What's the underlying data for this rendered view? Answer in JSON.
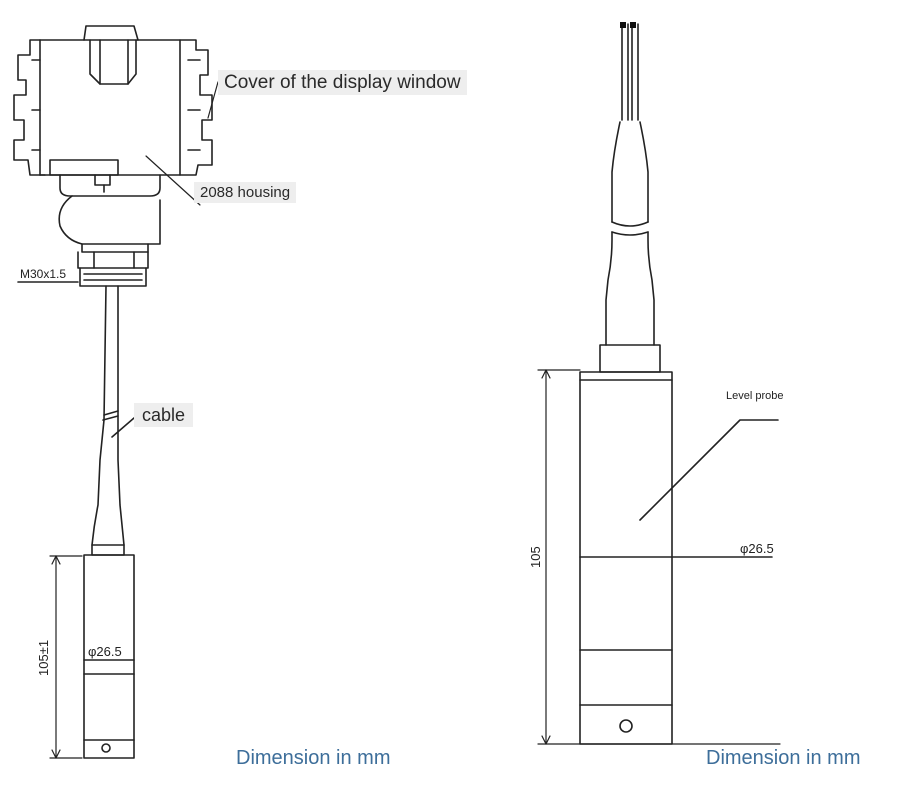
{
  "left_drawing": {
    "callouts": {
      "display_cover": "Cover of the display window",
      "housing": "2088 housing",
      "cable": "cable"
    },
    "thread_label": "M30x1.5",
    "length_label": "105±1",
    "diameter_label": "φ26.5",
    "caption": "Dimension in mm"
  },
  "right_drawing": {
    "probe_label": "Level probe",
    "length_label": "105",
    "diameter_label": "φ26.5",
    "caption": "Dimension in mm"
  },
  "colors": {
    "line": "#222222",
    "callout_background": "#eeeeee",
    "caption": "#3d6e9a"
  }
}
